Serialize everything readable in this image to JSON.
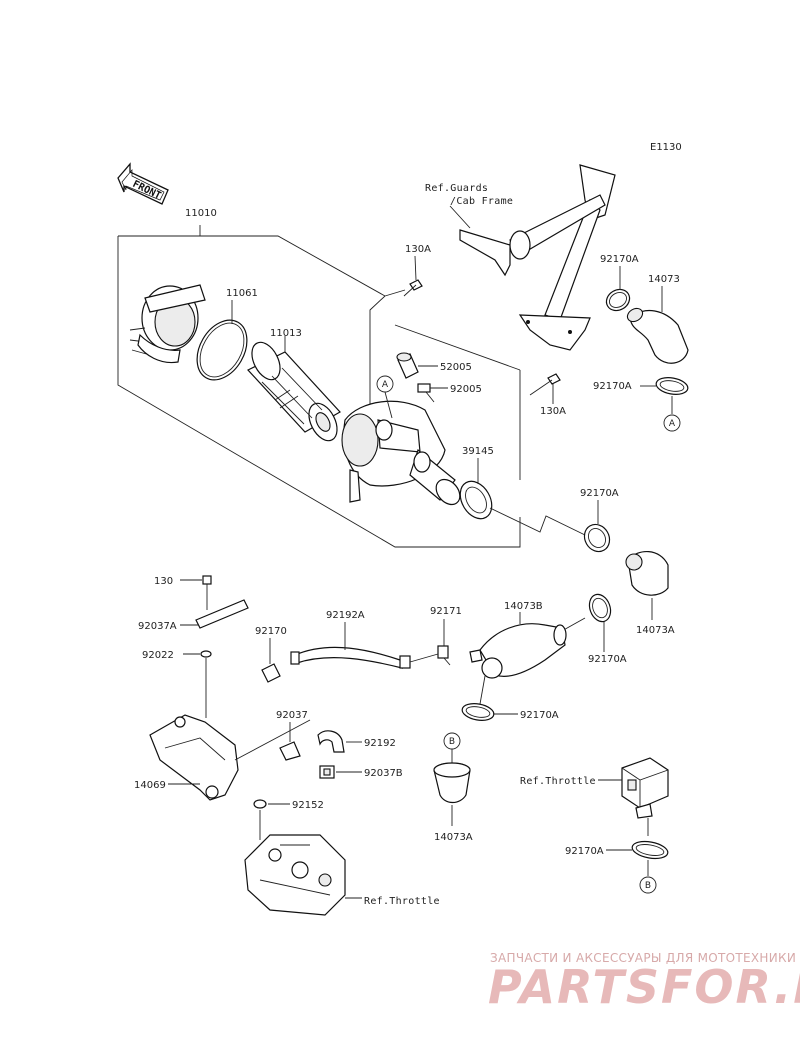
{
  "diagram_code": "E1130",
  "front_label": "FRONT",
  "ref_guards": "Ref.Guards",
  "ref_cab_frame": "/Cab Frame",
  "ref_throttle_1": "Ref.Throttle",
  "ref_throttle_2": "Ref.Throttle",
  "parts": {
    "p11010": "11010",
    "p11061": "11061",
    "p11013": "11013",
    "p130A_top": "130A",
    "p130A_right": "130A",
    "p52005": "52005",
    "p92005": "92005",
    "p39145": "39145",
    "p92170A_1": "92170A",
    "p14073": "14073",
    "p92170A_2": "92170A",
    "p92170A_3": "92170A",
    "p14073A_1": "14073A",
    "p92170A_4": "92170A",
    "p130": "130",
    "p92037A": "92037A",
    "p92022": "92022",
    "p92170": "92170",
    "p92192A": "92192A",
    "p92171": "92171",
    "p14073B": "14073B",
    "p92170A_5": "92170A",
    "p92037": "92037",
    "p92192": "92192",
    "p92037B": "92037B",
    "p14069": "14069",
    "p92152": "92152",
    "p14073A_2": "14073A",
    "p92170A_6": "92170A"
  },
  "markers": {
    "a1": "A",
    "a2": "A",
    "b1": "B",
    "b2": "B"
  },
  "watermark": {
    "line1": "ЗАПЧАСТИ И АКСЕССУАРЫ ДЛЯ МОТОТЕХНИКИ",
    "line2": "PARTSFOR.RU"
  }
}
